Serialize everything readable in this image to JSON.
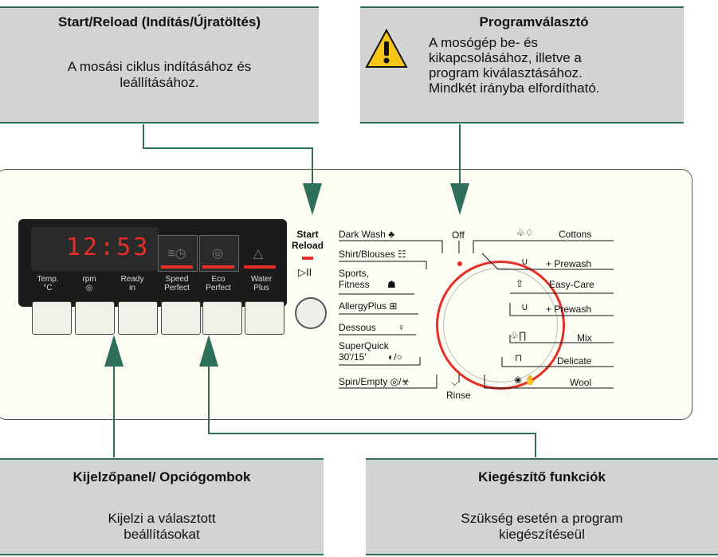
{
  "callouts": {
    "start": {
      "title": "Start/Reload (Indítás/Újratöltés)",
      "desc": "A mosási ciklus indításához és\nleállításához."
    },
    "program": {
      "title": "Programválasztó",
      "desc": "A mosógép be- és\nkikapcsolásához, illetve a\nprogram kiválasztásához.\nMindkét irányba elfordítható."
    },
    "display": {
      "title": "Kijelzőpanel/ Opciógombok",
      "desc": "Kijelzi a választott\nbeállításokat"
    },
    "extra": {
      "title": "Kiegészítő funkciók",
      "desc": "Szükség esetén a program\nkiegészítéseül"
    }
  },
  "display": {
    "time": "12:53",
    "buttons": [
      {
        "label": "Temp.\n°C"
      },
      {
        "label": "rpm\n◎"
      },
      {
        "label": "Ready\nin"
      },
      {
        "label": "Speed\nPerfect"
      },
      {
        "label": "Eco\nPerfect"
      },
      {
        "label": "Water\nPlus"
      }
    ]
  },
  "start_button": {
    "label": "Start\nReload",
    "icon": "▷II"
  },
  "programs_left": [
    {
      "label": "Dark Wash",
      "icon": "♣"
    },
    {
      "label": "Shirt/Blouses",
      "icon": "☷"
    },
    {
      "label": "Sports,\nFitness",
      "icon": "☗"
    },
    {
      "label": "AllergyPlus",
      "icon": "⊞"
    },
    {
      "label": "Dessous",
      "icon": "♀"
    },
    {
      "label": "SuperQuick\n30'/15'",
      "icon": "◐/○"
    },
    {
      "label": "Spin/Empty",
      "icon": "◎/☣"
    }
  ],
  "programs_top": "Off",
  "programs_bottom": "Rinse",
  "programs_right": [
    {
      "label": "Cottons",
      "icon": "♧♢"
    },
    {
      "label": "+ Prewash",
      "icon": "∪"
    },
    {
      "label": "Easy-Care",
      "icon": "⇧"
    },
    {
      "label": "+ Prewash",
      "icon": "∪"
    },
    {
      "label": "Mix",
      "icon": "♧∏"
    },
    {
      "label": "Delicate",
      "icon": "⊓"
    },
    {
      "label": "Wool",
      "icon": "❀ ✋"
    }
  ],
  "colors": {
    "accent_green": "#2e6f5c",
    "led_red": "#e52e26",
    "callout_bg": "#d2d3d3",
    "warning_yellow": "#f5c518"
  }
}
